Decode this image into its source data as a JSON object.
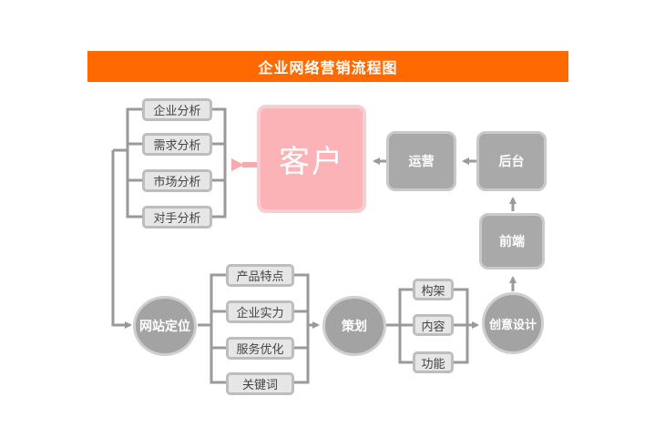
{
  "title": "企业网络营销流程图",
  "colors": {
    "accent": "#ff6a00",
    "customer": "#fbb3b8",
    "node": "#a9a9a9",
    "line": "#9a9a9a"
  },
  "analysis_items": [
    "企业分析",
    "需求分析",
    "市场分析",
    "对手分析"
  ],
  "customer": "客户",
  "operations": "运营",
  "backend": "后台",
  "frontend": "前端",
  "positioning": "网站定位",
  "positioning_items": [
    "产品特点",
    "企业实力",
    "服务优化",
    "关键词"
  ],
  "planning": "策划",
  "planning_items": [
    "构架",
    "内容",
    "功能"
  ],
  "creative_design": "创意设计"
}
